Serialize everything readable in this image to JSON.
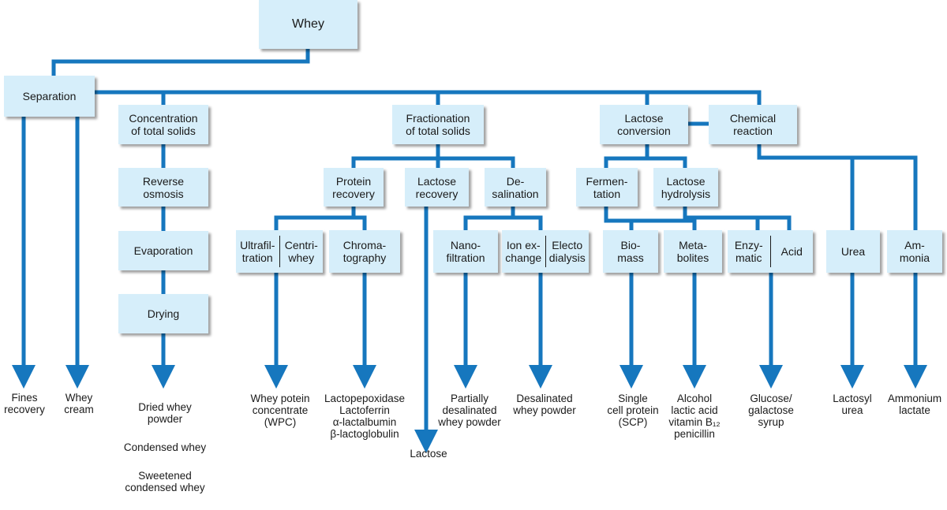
{
  "boxes": {
    "whey": "Whey",
    "separation": "Separation",
    "concentration": "Concentration\nof total solids",
    "reverse_osmosis": "Reverse\nosmosis",
    "evaporation": "Evaporation",
    "drying": "Drying",
    "fractionation": "Fractionation\nof total solids",
    "protein_recovery": "Protein\nrecovery",
    "lactose_recovery": "Lactose\nrecovery",
    "desalination": "De-\nsalination",
    "ultrafiltration": "Ultrafil-\ntration",
    "centri_whey": "Centri-\nwhey",
    "chromatography": "Chroma-\ntography",
    "nanofiltration": "Nano-\nfiltration",
    "ion_exchange": "Ion ex-\nchange",
    "electrodialysis": "Electo\ndialysis",
    "lactose_conversion": "Lactose\nconversion",
    "chemical_reaction": "Chemical\nreaction",
    "fermentation": "Fermen-\ntation",
    "lactose_hydrolysis": "Lactose\nhydrolysis",
    "biomass": "Bio-\nmass",
    "metabolites": "Meta-\nbolites",
    "enzymatic": "Enzy-\nmatic",
    "acid": "Acid",
    "urea": "Urea",
    "ammonia": "Am-\nmonia"
  },
  "outputs": {
    "fines_recovery": "Fines\nrecovery",
    "whey_cream": "Whey\ncream",
    "dried_whey_powder": "Dried whey\npowder",
    "condensed_whey": "Condensed whey",
    "sweetened_condensed_whey": "Sweetened\ncondensed whey",
    "wpc": "Whey potein\nconcentrate\n(WPC)",
    "chromatography_products": "Lactopepoxidase\nLactoferrin\nα-lactalbumin\nβ-lactoglobulin",
    "lactose": "Lactose",
    "partially_desalinated": "Partially\ndesalinated\nwhey powder",
    "desalinated_powder": "Desalinated\nwhey powder",
    "scp": "Single\ncell protein\n(SCP)",
    "metabolite_products": "Alcohol\nlactic acid\nvitamin B₁₂\npenicillin",
    "glucose_syrup": "Glucose/\ngalactose\nsyrup",
    "lactosyl_urea": "Lactosyl\nurea",
    "ammonium_lactate": "Ammonium\nlactate"
  },
  "colors": {
    "line": "#1677be",
    "box_fill": "#d6eefa",
    "text": "#1a1a1a"
  }
}
